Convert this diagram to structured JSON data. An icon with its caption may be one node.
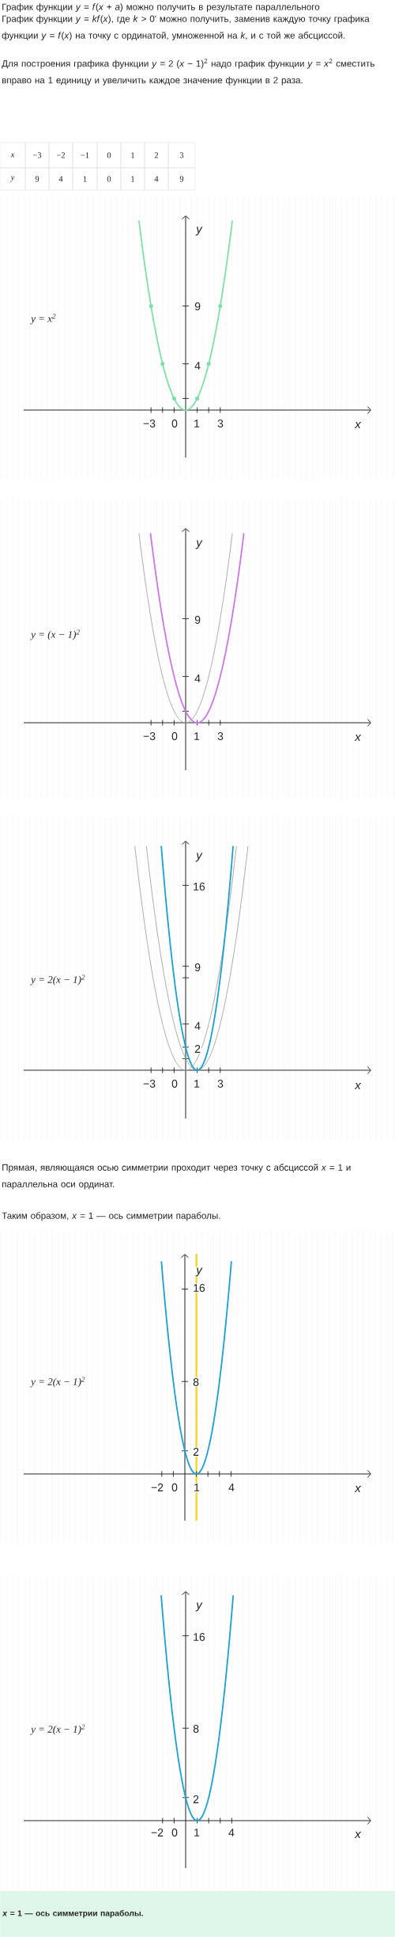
{
  "diagram": {
    "nodes": [
      {
        "text": [
          "*x* = 1 — ось симметрии параболы."
        ]
      }
    ],
    "labels": [
      "График функции *y* = *f*(*x* + *a*) можно получить в результате параллельного",
      "График функции *y* = *kf*(*x*), где *k* > 0' можно получить, заменив каждую точку графика функции *y* = *f*(*x*) на точку с ординатой, умноженной на *k*, и с той же абсциссой.",
      "Для построения графика функции *y* = 2 (*x* − 1)$^{2}$ надо график функции *y* = *x*$^{2}$ сместить вправо на 1 единицу и увеличить каждое значение функции в 2 раза.",
      "x",
      "−3",
      "−2",
      "−1",
      "0",
      "1",
      "2",
      "3",
      "y",
      "9",
      "4",
      "1",
      "0",
      "1",
      "4",
      "9",
      "y",
      "9",
      "y = x$^{2}$",
      "4",
      "−3",
      "0",
      "1",
      "3",
      "x",
      "y",
      "9",
      "y = (x − 1)$^{2}$",
      "4",
      "−3",
      "0",
      "1",
      "3",
      "x",
      "y",
      "16",
      "9",
      "y = 2(x − 1)$^{2}$",
      "4",
      "2",
      "−3",
      "0",
      "1",
      "3",
      "x",
      "Прямая, являющаяся осью симметрии проходит через точку с абсциссой *x* = 1 и параллельна оси ординат.",
      "Таким образом, *x* = 1 — ось симметрии параболы.",
      "y",
      "16",
      "y = 2(x − 1)$^{2}$",
      "8",
      "2",
      "−2",
      "0",
      "1",
      "4",
      "x",
      "y",
      "16",
      "y = 2(x − 1)$^{2}$",
      "8",
      "2",
      "−2",
      "0",
      "1",
      "4",
      "x"
    ]
  }
}
